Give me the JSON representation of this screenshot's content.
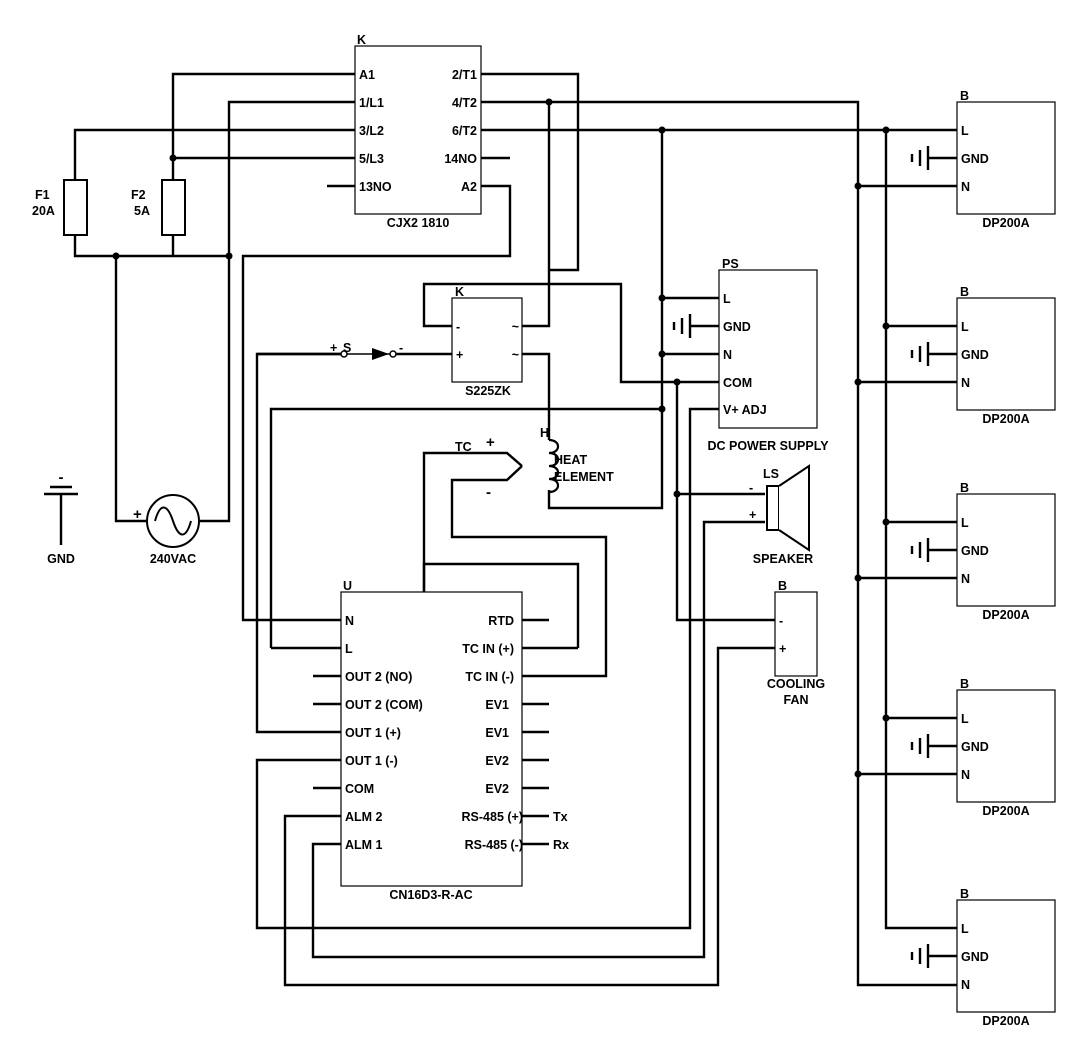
{
  "contactor": {
    "ref": "K",
    "model": "CJX2 1810",
    "pins_left": [
      "A1",
      "1/L1",
      "3/L2",
      "5/L3",
      "13NO"
    ],
    "pins_right": [
      "2/T1",
      "4/T2",
      "6/T2",
      "14NO",
      "A2"
    ]
  },
  "fuse1": {
    "ref": "F1",
    "rating": "20A"
  },
  "fuse2": {
    "ref": "F2",
    "rating": "5A"
  },
  "ssr": {
    "ref": "K",
    "model": "S225ZK",
    "pins_left": [
      "-",
      "+"
    ],
    "pins_right": [
      "~",
      "~"
    ]
  },
  "switch": {
    "plus": "+",
    "ref": "S",
    "minus": "-"
  },
  "power_supply": {
    "ref": "PS",
    "model": "DC POWER SUPPLY",
    "pins": [
      "L",
      "GND",
      "N",
      "COM",
      "V+ ADJ"
    ]
  },
  "heater": {
    "ref": "H",
    "line1": "HEAT",
    "line2": "ELEMENT",
    "tc_label": "TC",
    "tc_plus": "+",
    "tc_minus": "-"
  },
  "speaker": {
    "ref": "LS",
    "name": "SPEAKER",
    "minus": "-",
    "plus": "+"
  },
  "fan": {
    "ref": "B",
    "line1": "COOLING",
    "line2": "FAN",
    "pins": [
      "-",
      "+"
    ]
  },
  "ground": {
    "label": "GND",
    "sign": "-"
  },
  "source": {
    "label": "240VAC",
    "plus": "+"
  },
  "controller": {
    "ref": "U",
    "model": "CN16D3-R-AC",
    "pins_left": [
      "N",
      "L",
      "OUT 2 (NO)",
      "OUT 2 (COM)",
      "OUT 1 (+)",
      "OUT 1 (-)",
      "COM",
      "ALM 2",
      "ALM 1"
    ],
    "pins_right": [
      "RTD",
      "TC IN (+)",
      "TC IN (-)",
      "EV1",
      "EV1",
      "EV2",
      "EV2",
      "RS-485 (+)",
      "RS-485 (-)"
    ],
    "tx": "Tx",
    "rx": "Rx"
  },
  "blowers": [
    {
      "ref": "B",
      "model": "DP200A",
      "pins": [
        "L",
        "GND",
        "N"
      ]
    },
    {
      "ref": "B",
      "model": "DP200A",
      "pins": [
        "L",
        "GND",
        "N"
      ]
    },
    {
      "ref": "B",
      "model": "DP200A",
      "pins": [
        "L",
        "GND",
        "N"
      ]
    },
    {
      "ref": "B",
      "model": "DP200A",
      "pins": [
        "L",
        "GND",
        "N"
      ]
    },
    {
      "ref": "B",
      "model": "DP200A",
      "pins": [
        "L",
        "GND",
        "N"
      ]
    }
  ]
}
